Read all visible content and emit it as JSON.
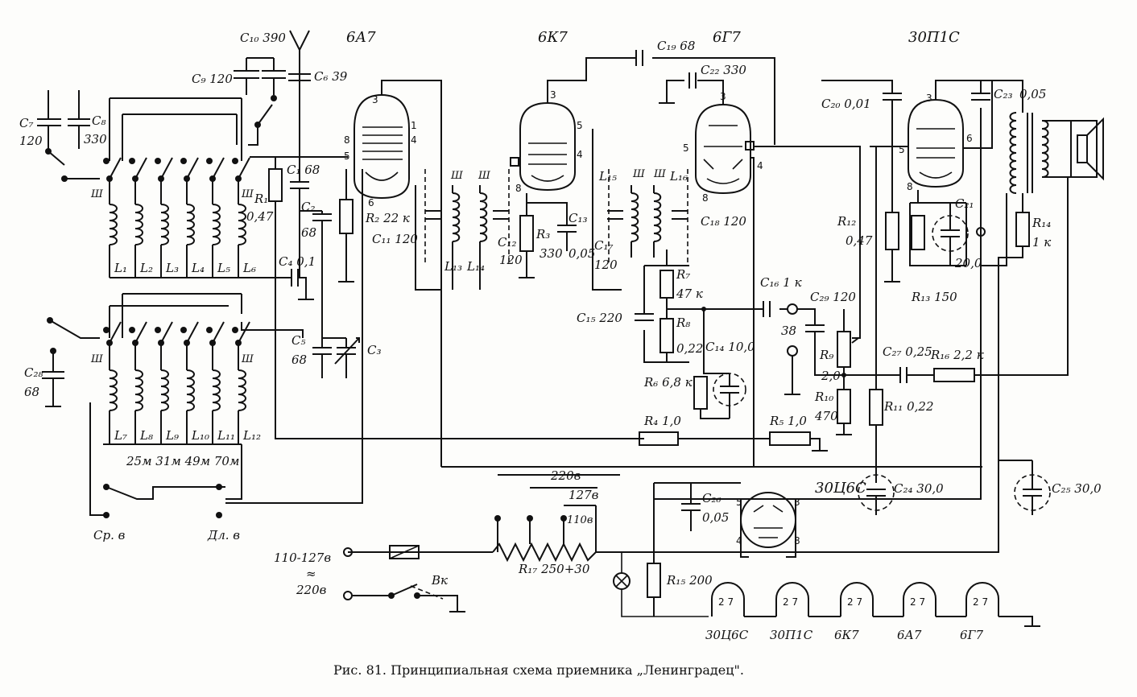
{
  "caption": "Рис. 81. Принципиальная схема приемника „Ленинградец\".",
  "tubes": {
    "t1": "6А7",
    "t2": "6К7",
    "t3": "6Г7",
    "t4": "30П1С",
    "rect": "30Ц6С"
  },
  "components": {
    "C6": "C₆ 39",
    "C7": "C₇",
    "C7v": "120",
    "C8": "C₈",
    "C8v": "330",
    "C9": "C₉ 120",
    "C10": "C₁₀ 390",
    "C1": "C₁ 68",
    "C2": "C₂",
    "C2v": "68",
    "C3": "C₃",
    "C4": "C₄ 0,1",
    "C5": "C₅",
    "C5v": "68",
    "C11": "C₁₁ 120",
    "C12": "C₁₂",
    "C12v": "120",
    "C13": "C₁₃",
    "C13v": "0,05",
    "C14": "C₁₄ 10,0",
    "C15": "C₁₅ 220",
    "C16": "C₁₆ 1 к",
    "C17": "C₁₇",
    "C17v": "120",
    "C18": "C₁₈ 120",
    "C19": "C₁₉ 68",
    "C20": "C₂₀ 0,01",
    "C21": "C₂₁",
    "C21v": "20,0",
    "C22": "C₂₂ 330",
    "C23": "C₂₃",
    "C23v": "0,05",
    "C24": "C₂₄ 30,0",
    "C25": "C₂₅ 30,0",
    "C26": "C₂₆",
    "C26v": "0,05",
    "C27": "C₂₇ 0,25",
    "C28": "C₂₈",
    "C28v": "68",
    "C29": "C₂₉ 120",
    "R1": "R₁",
    "R1v": "0,47",
    "R2": "R₂ 22 к",
    "R3": "R₃",
    "R3v": "330",
    "R4": "R₄ 1,0",
    "R5": "R₅ 1,0",
    "R6": "R₆ 6,8 к",
    "R7": "R₇",
    "R7v": "47 к",
    "R8": "R₈",
    "R8v": "0,22",
    "R9": "R₉",
    "R9v": "2,0",
    "R10": "R₁₀",
    "R10v": "470",
    "R11": "R₁₁ 0,22",
    "R12": "R₁₂",
    "R12v": "0,47",
    "R13": "R₁₃ 150",
    "R14": "R₁₄",
    "R14v": "1 к",
    "R15": "R₁₅ 200",
    "R16": "R₁₆ 2,2 к",
    "R17": "R₁₇ 250+30",
    "L13": "L₁₃",
    "L14": "L₁₄",
    "L15": "L₁₅",
    "L16": "L₁₆"
  },
  "coils_top": [
    "L₁",
    "L₂",
    "L₃",
    "L₄",
    "L₅",
    "L₆"
  ],
  "coils_bottom": [
    "L₇",
    "L₈",
    "L₉",
    "L₁₀",
    "L₁₁",
    "L₁₂"
  ],
  "bands": "25м 31м 49м 70м",
  "switch_labels": {
    "medium": "Ср. в",
    "long": "Дл. в"
  },
  "power": {
    "mains_low": "110-127в",
    "mains_high": "220в",
    "ac_symbol": "≈",
    "switch": "Вк",
    "tap_220": "220в",
    "tap_127": "127в",
    "tap_110": "110в",
    "jack": "38"
  },
  "heaters": [
    {
      "pins": "2 7",
      "tube": "30Ц6С"
    },
    {
      "pins": "2 7",
      "tube": "30П1С"
    },
    {
      "pins": "2 7",
      "tube": "6К7"
    },
    {
      "pins": "2 7",
      "tube": "6А7"
    },
    {
      "pins": "2 7",
      "tube": "6Г7"
    }
  ]
}
